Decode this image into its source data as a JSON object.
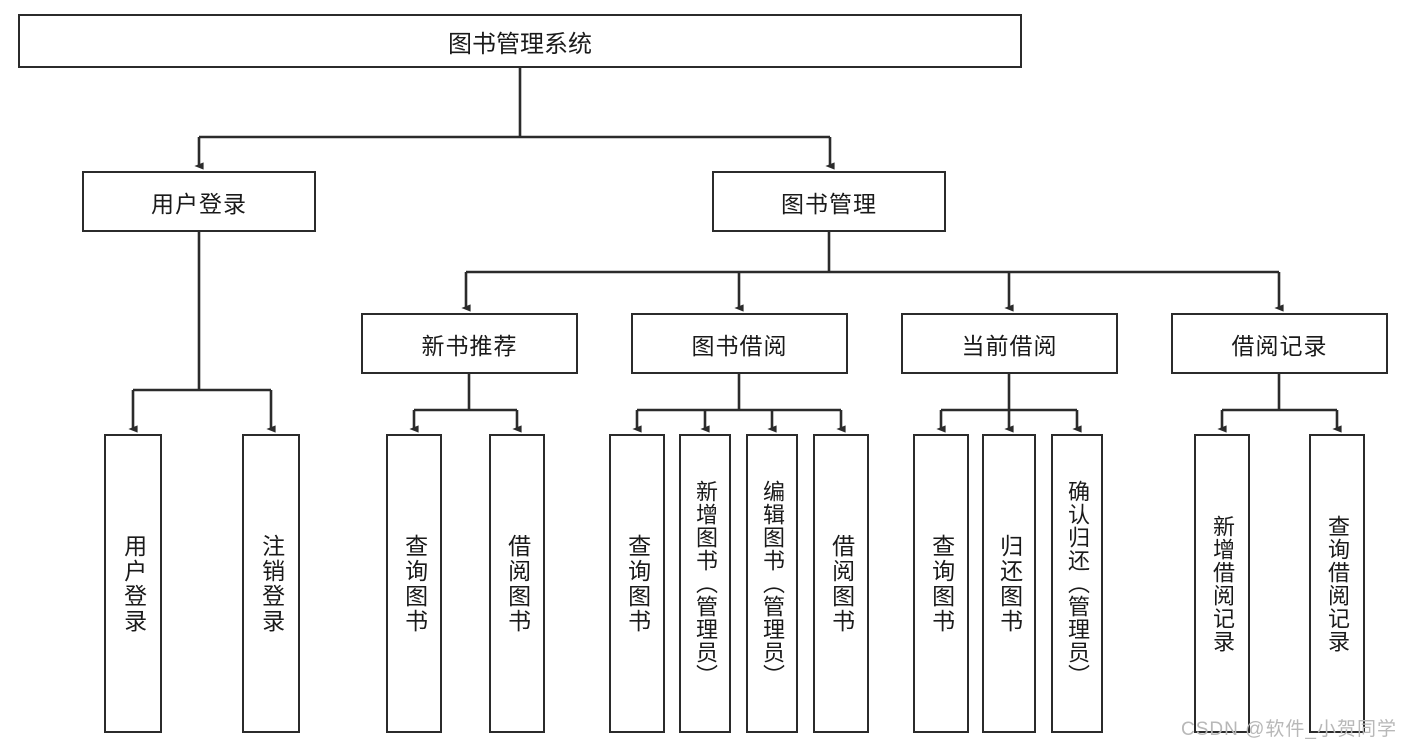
{
  "diagram": {
    "title": "图书管理系统",
    "type": "tree-hierarchy-diagram",
    "root": {
      "label": "图书管理系统"
    },
    "level2": [
      {
        "label": "用户登录"
      },
      {
        "label": "图书管理"
      }
    ],
    "level3": [
      {
        "label": "新书推荐"
      },
      {
        "label": "图书借阅"
      },
      {
        "label": "当前借阅"
      },
      {
        "label": "借阅记录"
      }
    ],
    "leaves": [
      {
        "label": "用户登录",
        "parent": "用户登录"
      },
      {
        "label": "注销登录",
        "parent": "用户登录"
      },
      {
        "label": "查询图书",
        "parent": "新书推荐"
      },
      {
        "label": "借阅图书",
        "parent": "新书推荐"
      },
      {
        "label": "查询图书",
        "parent": "图书借阅"
      },
      {
        "label": "新增图书（管理员）",
        "parent": "图书借阅"
      },
      {
        "label": "编辑图书（管理员）",
        "parent": "图书借阅"
      },
      {
        "label": "借阅图书",
        "parent": "图书借阅"
      },
      {
        "label": "查询图书",
        "parent": "当前借阅"
      },
      {
        "label": "归还图书",
        "parent": "当前借阅"
      },
      {
        "label": "确认归还（管理员）",
        "parent": "当前借阅"
      },
      {
        "label": "新增借阅记录",
        "parent": "借阅记录"
      },
      {
        "label": "查询借阅记录",
        "parent": "借阅记录"
      }
    ]
  },
  "watermark": {
    "text": "CSDN @软件_小贺同学"
  },
  "colors": {
    "stroke": "#2b2b2b",
    "fill": "#ffffff",
    "text": "#1a1a1a",
    "watermark": "#b8b8b8"
  }
}
